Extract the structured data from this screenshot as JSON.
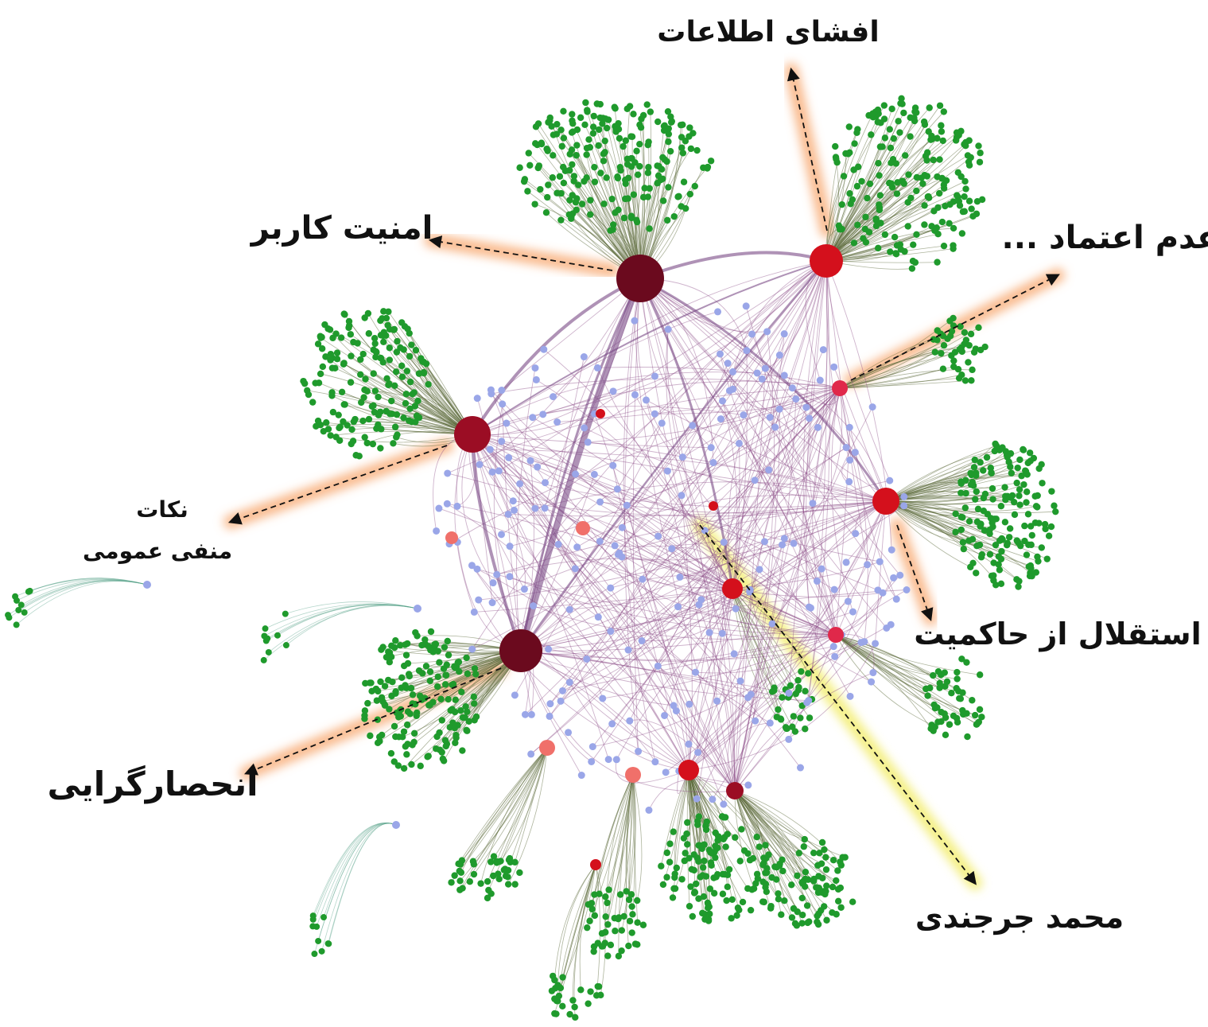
{
  "labels": {
    "info_disclosure": "افشای اطلاعات",
    "user_security": "امنیت کاربر",
    "distrust": "عدم اعتماد ...",
    "negative_points_line1": "نکات",
    "negative_points_line2": "منفی عمومی",
    "sovereignty_independence": "استقلال از حاکمیت",
    "monopolism": "انحصارگرایی",
    "person": "محمد جرجندی"
  },
  "colors": {
    "hub_dark": "#6b0a1e",
    "hub_mid": "#9b0d24",
    "hub_red": "#d4101c",
    "hub_pink": "#e0284a",
    "hub_light": "#f0706a",
    "leaf_green": "#1f9a2c",
    "mid_blue": "#9aa6e8",
    "edge_purple": "#8a4a86",
    "edge_olive": "#5b6a3a",
    "edge_teal": "#5aa58c",
    "glow_orange": "#f7a46a",
    "glow_yellow": "#f0ea5a"
  },
  "diagram_data": {
    "type": "network-graph",
    "annotated_nodes": [
      "info_disclosure",
      "user_security",
      "distrust",
      "negative_points",
      "sovereignty_independence",
      "monopolism",
      "person"
    ]
  }
}
